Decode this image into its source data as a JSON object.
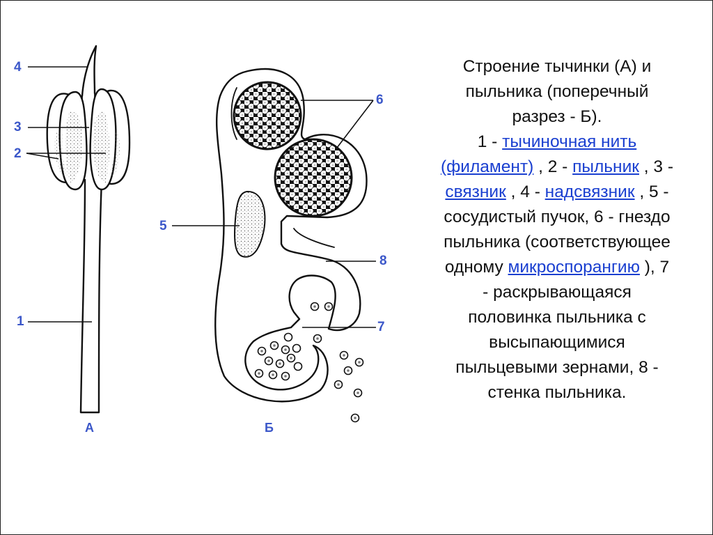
{
  "labels": {
    "n1": "1",
    "n2": "2",
    "n3": "3",
    "n4": "4",
    "n5": "5",
    "n6": "6",
    "n7": "7",
    "n8": "8"
  },
  "panels": {
    "a": "А",
    "b": "Б"
  },
  "caption": {
    "title_line1": "Строение тычинки (А) и",
    "title_line2": "пыльника (поперечный",
    "title_line3": "разрез - Б).",
    "p1_prefix": "1 - ",
    "link_filament_a": "тычиночная нить",
    "link_filament_b": "(филамент)",
    "sep_2": " , 2 - ",
    "link_anther": "пыльник",
    "sep_3": " , 3 -",
    "link_connective": "связник",
    "sep_4": " , 4 - ",
    "link_supraconnective": "надсвязник",
    "sep_5": " , 5 -",
    "line_vascular": "сосудистый пучок, 6 - гнездо",
    "line_locule": "пыльника (соответствующее",
    "line_one_prefix": "одному ",
    "link_microsporangium": "микроспорангию",
    "sep_7": " ), 7",
    "line_opening": "- раскрывающаяся",
    "line_half": "половинка пыльника с",
    "line_spilling": "высыпающимися",
    "line_grains": "пыльцевыми зернами, 8 -",
    "line_wall": "стенка пыльника."
  },
  "colors": {
    "label": "#3b57c9",
    "link": "#1a3fd0",
    "ink": "#111111"
  }
}
